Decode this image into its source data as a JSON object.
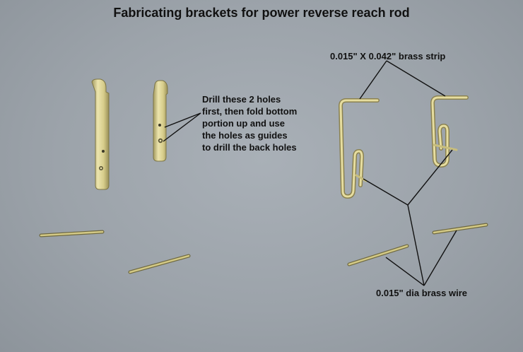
{
  "title": "Fabricating brackets for power reverse reach rod",
  "labels": {
    "strip": "0.015\" X 0.042\" brass strip",
    "wire": "0.015\" dia brass wire",
    "drill_note": [
      "Drill these 2 holes",
      "first, then fold bottom",
      "portion up and use",
      "the holes as guides",
      "to drill the back holes"
    ]
  },
  "colors": {
    "background": "#9ca3aa",
    "brass": "#d8cf8e",
    "brass_dark": "#9f955a",
    "annotation": "#111111"
  }
}
